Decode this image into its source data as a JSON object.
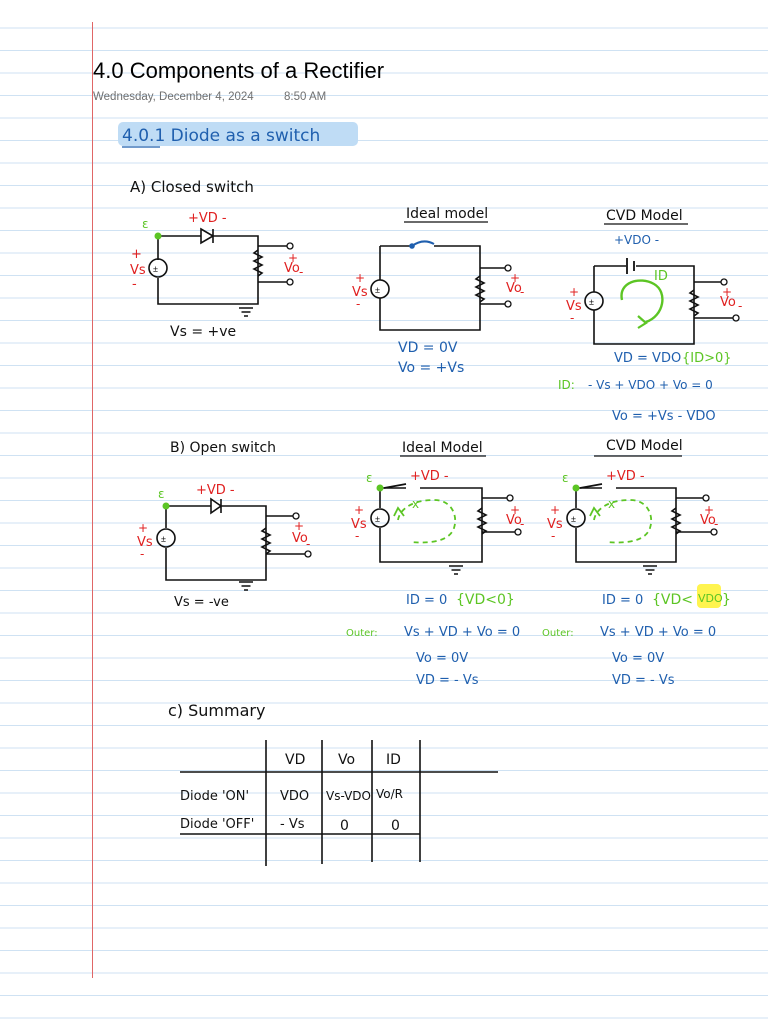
{
  "page": {
    "title": "4.0 Components of a Rectifier",
    "date": "Wednesday, December 4, 2024",
    "time": "8:50 AM"
  },
  "colors": {
    "black": "#111111",
    "red": "#e02020",
    "green": "#5cc524",
    "blue": "#1f5fae",
    "highlight_blue": "#bfdcf5",
    "highlight_yellow": "#fff44f",
    "margin": "#e06666",
    "rule": "#cfe2f3"
  },
  "section": {
    "heading": "4.0.1 Diode as a switch"
  },
  "part_a": {
    "heading": "A) Closed switch",
    "circuit": {
      "eps": "ε",
      "vd": "+VD -",
      "vs_plus": "+",
      "vs": "Vs",
      "vs_minus": "-",
      "vo_plus": "+",
      "vo": "Vo",
      "vo_minus": "-"
    },
    "condition": "Vs = +ve",
    "ideal": {
      "title": "Ideal model",
      "vs_plus": "+",
      "vs": "Vs",
      "vs_minus": "-",
      "vo_plus": "+",
      "vo": "Vo",
      "vo_minus": "-",
      "eq1": "VD = 0V",
      "eq2": "Vo = +Vs"
    },
    "cvd": {
      "title": "CVD Model",
      "vdo": "+VDO -",
      "id": "ID",
      "vs_plus": "+",
      "vs": "Vs",
      "vs_minus": "-",
      "vo_plus": "+",
      "vo": "Vo",
      "vo_minus": "-",
      "eq1": "VD = VDO",
      "cond": "{ID>0}",
      "kvl_label": "ID:",
      "kvl": "- Vs + VDO + Vo = 0",
      "eq2": "Vo = +Vs - VDO"
    }
  },
  "part_b": {
    "heading": "B) Open switch",
    "circuit": {
      "eps": "ε",
      "vd": "+VD -",
      "vs_plus": "+",
      "vs": "Vs",
      "vs_minus": "-",
      "vo_plus": "+",
      "vo": "Vo",
      "vo_minus": "-"
    },
    "condition": "Vs = -ve",
    "ideal": {
      "title": "Ideal Model",
      "eps": "ε",
      "vd": "+VD -",
      "vs_plus": "+",
      "vs": "Vs",
      "vs_minus": "-",
      "vo_plus": "+",
      "vo": "Vo",
      "vo_minus": "-",
      "x": "x",
      "eq1": "ID = 0",
      "cond": "{VD<0}",
      "kvl_label": "Outer:",
      "kvl": "Vs + VD + Vo = 0",
      "eq2": "Vo = 0V",
      "eq3": "VD = - Vs"
    },
    "cvd": {
      "title": "CVD Model",
      "eps": "ε",
      "vd": "+VD -",
      "vs_plus": "+",
      "vs": "Vs",
      "vs_minus": "-",
      "vo_plus": "+",
      "vo": "Vo",
      "vo_minus": "-",
      "x": "x",
      "eq1": "ID = 0",
      "cond_open": "{VD<",
      "cond_hl": "VDO",
      "cond_close": "}",
      "kvl_label": "Outer:",
      "kvl": "Vs + VD + Vo = 0",
      "eq2": "Vo = 0V",
      "eq3": "VD = - Vs"
    }
  },
  "part_c": {
    "heading": "c) Summary",
    "table": {
      "headers": [
        "VD",
        "Vo",
        "ID"
      ],
      "rows": [
        {
          "label": "Diode 'ON'",
          "cells": [
            "VDO",
            "Vs-VDO",
            "Vo/R"
          ]
        },
        {
          "label": "Diode 'OFF'",
          "cells": [
            "- Vs",
            "0",
            "0"
          ]
        }
      ]
    }
  }
}
